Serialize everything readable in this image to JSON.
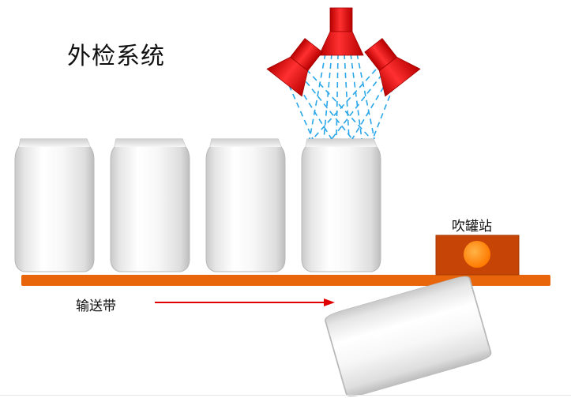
{
  "title": "外检系统",
  "conveyor_label": "输送带",
  "blow_station_label": "吹罐站",
  "colors": {
    "conveyor": "#e8650c",
    "station_body": "#c64405",
    "station_light": "#ff8a12",
    "nozzle": "#e60f0f",
    "beam": "#2aa7e8",
    "arrow": "#e00000",
    "can_body": "#ececec"
  },
  "icons": [
    "camera-nozzle-icon",
    "aluminum-can-icon",
    "direction-arrow-icon"
  ]
}
